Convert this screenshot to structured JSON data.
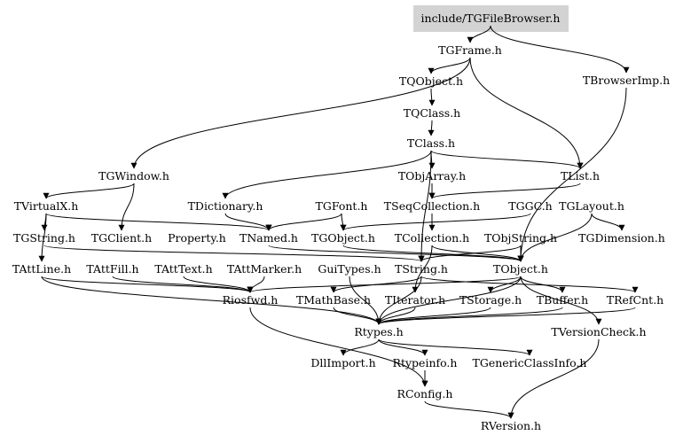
{
  "root": "include/TGFileBrowser.h",
  "nodes": {
    "root": "include/TGFileBrowser.h",
    "TGFrame": "TGFrame.h",
    "TBrowserImp": "TBrowserImp.h",
    "TQObject": "TQObject.h",
    "TQClass": "TQClass.h",
    "TClass": "TClass.h",
    "TObjArray": "TObjArray.h",
    "TGWindow": "TGWindow.h",
    "TList": "TList.h",
    "TVirtualX": "TVirtualX.h",
    "TDictionary": "TDictionary.h",
    "TGFont": "TGFont.h",
    "TSeqCollection": "TSeqCollection.h",
    "TGGC": "TGGC.h",
    "TGLayout": "TGLayout.h",
    "TGString": "TGString.h",
    "TGClient": "TGClient.h",
    "Property": "Property.h",
    "TNamed": "TNamed.h",
    "TGObject": "TGObject.h",
    "TCollection": "TCollection.h",
    "TObjString": "TObjString.h",
    "TGDimension": "TGDimension.h",
    "TAttLine": "TAttLine.h",
    "TAttFill": "TAttFill.h",
    "TAttText": "TAttText.h",
    "TAttMarker": "TAttMarker.h",
    "GuiTypes": "GuiTypes.h",
    "TString": "TString.h",
    "TObject": "TObject.h",
    "Riosfwd": "Riosfwd.h",
    "TMathBase": "TMathBase.h",
    "TIterator": "TIterator.h",
    "TStorage": "TStorage.h",
    "TBuffer": "TBuffer.h",
    "TRefCnt": "TRefCnt.h",
    "Rtypes": "Rtypes.h",
    "TVersionCheck": "TVersionCheck.h",
    "DllImport": "DllImport.h",
    "Rtypeinfo": "Rtypeinfo.h",
    "TGenericClassInfo": "TGenericClassInfo.h",
    "RConfig": "RConfig.h",
    "RVersion": "RVersion.h"
  },
  "edges": [
    [
      "root",
      "TGFrame"
    ],
    [
      "root",
      "TBrowserImp"
    ],
    [
      "TGFrame",
      "TQObject"
    ],
    [
      "TGFrame",
      "TGWindow"
    ],
    [
      "TGFrame",
      "TList"
    ],
    [
      "TQObject",
      "TQClass"
    ],
    [
      "TQClass",
      "TClass"
    ],
    [
      "TClass",
      "TObjArray"
    ],
    [
      "TClass",
      "TDictionary"
    ],
    [
      "TClass",
      "TString"
    ],
    [
      "TClass",
      "TList"
    ],
    [
      "TObjArray",
      "TSeqCollection"
    ],
    [
      "TGWindow",
      "TVirtualX"
    ],
    [
      "TGWindow",
      "TGClient"
    ],
    [
      "TList",
      "TSeqCollection"
    ],
    [
      "TVirtualX",
      "TNamed"
    ],
    [
      "TVirtualX",
      "TGString"
    ],
    [
      "TVirtualX",
      "TAttLine"
    ],
    [
      "TDictionary",
      "TNamed"
    ],
    [
      "TGFont",
      "TNamed"
    ],
    [
      "TGFont",
      "TGObject"
    ],
    [
      "TSeqCollection",
      "TCollection"
    ],
    [
      "TGGC",
      "TGObject"
    ],
    [
      "TGLayout",
      "TGDimension"
    ],
    [
      "TGLayout",
      "TObject"
    ],
    [
      "TGString",
      "TString"
    ],
    [
      "TGObject",
      "TObject"
    ],
    [
      "TCollection",
      "TObject"
    ],
    [
      "TCollection",
      "TIterator"
    ],
    [
      "TObjString",
      "TString"
    ],
    [
      "TObjString",
      "TObject"
    ],
    [
      "TNamed",
      "TObject"
    ],
    [
      "TAttLine",
      "Riosfwd"
    ],
    [
      "TAttLine",
      "Rtypes"
    ],
    [
      "TAttFill",
      "Riosfwd"
    ],
    [
      "TAttText",
      "Riosfwd"
    ],
    [
      "TAttMarker",
      "Riosfwd"
    ],
    [
      "TString",
      "TMathBase"
    ],
    [
      "TString",
      "TRefCnt"
    ],
    [
      "TString",
      "Rtypes"
    ],
    [
      "TObject",
      "TStorage"
    ],
    [
      "TObject",
      "TBuffer"
    ],
    [
      "TObject",
      "Rtypes"
    ],
    [
      "TObject",
      "TVersionCheck"
    ],
    [
      "TObject",
      "Riosfwd"
    ],
    [
      "TMathBase",
      "Rtypes"
    ],
    [
      "TIterator",
      "Rtypes"
    ],
    [
      "TStorage",
      "Rtypes"
    ],
    [
      "TBuffer",
      "Rtypes"
    ],
    [
      "TRefCnt",
      "Rtypes"
    ],
    [
      "Riosfwd",
      "RConfig"
    ],
    [
      "Rtypes",
      "DllImport"
    ],
    [
      "Rtypes",
      "Rtypeinfo"
    ],
    [
      "Rtypes",
      "TGenericClassInfo"
    ],
    [
      "Rtypeinfo",
      "RConfig"
    ],
    [
      "RConfig",
      "RVersion"
    ],
    [
      "TVersionCheck",
      "RVersion"
    ],
    [
      "GuiTypes",
      "Rtypes"
    ],
    [
      "TBrowserImp",
      "TObject"
    ]
  ]
}
